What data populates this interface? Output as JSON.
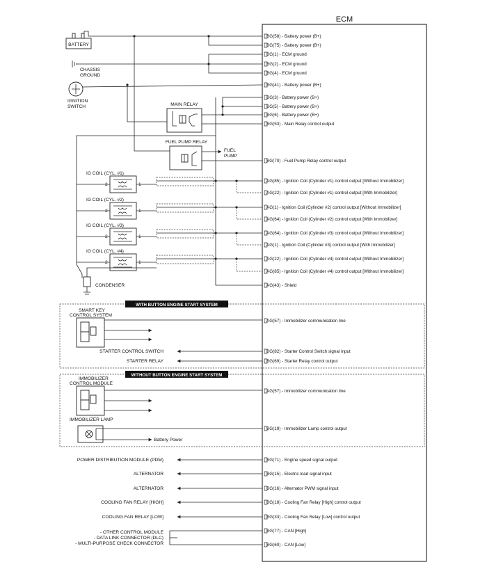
{
  "ecm": {
    "title": "ECM"
  },
  "power_section": {
    "battery": "BATTERY",
    "chassis_ground_1": "CHASSIS",
    "chassis_ground_2": "GROUND",
    "ignition_switch_1": "IGNITION",
    "ignition_switch_2": "SWITCH",
    "main_relay": "MAIN RELAY",
    "fuel_pump_relay": "FUEL PUMP RELAY",
    "fuel_pump_1": "FUEL",
    "fuel_pump_2": "PUMP"
  },
  "ig_coils": {
    "coil1": "IG COIL (CYL. #1)",
    "coil2": "IG COIL (CYL. #2)",
    "coil3": "IG COIL (CYL. #3)",
    "coil4": "IG COIL (CYL. #4)",
    "pin1": "1",
    "pin2": "2",
    "condenser": "CONDENSER"
  },
  "button_start": {
    "banner": "WITH BUTTON ENGINE START SYSTEM",
    "smart_key_1": "SMART KEY",
    "smart_key_2": "CONTROL SYSTEM",
    "starter_switch": "STARTER CONTROL SWITCH",
    "starter_relay": "STARTER RELAY"
  },
  "no_button_start": {
    "banner": "WITHOUT BUTTON ENGINE START SYSTEM",
    "immobilizer_1": "IMMOBILIZER",
    "immobilizer_2": "CONTROL MODULE",
    "immobilizer_lamp": "IMMOBILIZER LAMP",
    "battery_power": "Battery Power"
  },
  "outputs": {
    "pdm": "POWER DISTRIBUTION MODULE (PDM)",
    "alternator_1": "ALTERNATOR",
    "alternator_2": "ALTERNATOR",
    "fan_high": "COOLING FAN RELAY [HIGH]",
    "fan_low": "COOLING FAN RELAY [LOW]",
    "can_1": "- OTHER CONTROL MODULE",
    "can_2": "- DATA LINK CONNECTOR (DLC)",
    "can_3": "- MULTI-PURPOSE CHECK CONNECTOR"
  },
  "pins": [
    {
      "conn": "BG",
      "text": "(58) - Battery power (B+)"
    },
    {
      "conn": "BG",
      "text": "(75) - Battery power (B+)"
    },
    {
      "conn": "BG",
      "text": "(1) - ECM ground"
    },
    {
      "conn": "BG",
      "text": "(2) - ECM ground"
    },
    {
      "conn": "BG",
      "text": "(4) - ECM ground"
    },
    {
      "conn": "BG",
      "text": "(41) - Battery power (B+)"
    },
    {
      "conn": "BG",
      "text": "(3) - Battery power (B+)"
    },
    {
      "conn": "BG",
      "text": "(5) - Battery power (B+)"
    },
    {
      "conn": "BG",
      "text": "(6) - Battery power (B+)"
    },
    {
      "conn": "BG",
      "text": "(53) - Main Relay control output"
    },
    {
      "conn": "BG",
      "text": "(70) - Fuel Pump Relay control output"
    },
    {
      "conn": "AG",
      "text": "(85) - Ignition Coil (Cylinder #1) control output [Without Immobilizer]"
    },
    {
      "conn": "AG",
      "text": "(22) - Ignition Coil (Cylinder #1) control output [With Immobilizer]"
    },
    {
      "conn": "AG",
      "text": "(1) - Ignition Coil (Cylinder #2) control output [Without Immobilizer]"
    },
    {
      "conn": "AG",
      "text": "(64) - Ignition Coil (Cylinder #2) control output [With Immobilizer]"
    },
    {
      "conn": "AG",
      "text": "(64) - Ignition Coil (Cylinder #3) control output [Without Immobilizer]"
    },
    {
      "conn": "AG",
      "text": "(1) - Ignition Coil (Cylinder #3) control output [With Immobilizer]"
    },
    {
      "conn": "AG",
      "text": "(22) - Ignition Coil (Cylinder #4) control output [Without Immobilizer]"
    },
    {
      "conn": "AG",
      "text": "(85) - Ignition Coil (Cylinder #4) control output [Without Immobilizer]"
    },
    {
      "conn": "AG",
      "text": "(43) - Shield"
    },
    {
      "conn": "AG",
      "text": "(57) - Immobilizer communication line"
    },
    {
      "conn": "BG",
      "text": "(82) - Starter Control Switch signal input"
    },
    {
      "conn": "BG",
      "text": "(69) - Starter Relay control output"
    },
    {
      "conn": "AG",
      "text": "(57) - Immobilizer communication line"
    },
    {
      "conn": "BG",
      "text": "(19) - Immobilizer Lamp control output"
    },
    {
      "conn": "BG",
      "text": "(71) - Engine speed signal output"
    },
    {
      "conn": "BG",
      "text": "(15) - Electric load signal input"
    },
    {
      "conn": "BG",
      "text": "(16) - Alternator PWM signal input"
    },
    {
      "conn": "BG",
      "text": "(18) - Cooling Fan Relay [High] control output"
    },
    {
      "conn": "BG",
      "text": "(33) - Cooling Fan Relay [Low] control output"
    },
    {
      "conn": "BG",
      "text": "(77) - CAN [High]"
    },
    {
      "conn": "BG",
      "text": "(60) - CAN [Low]"
    }
  ]
}
